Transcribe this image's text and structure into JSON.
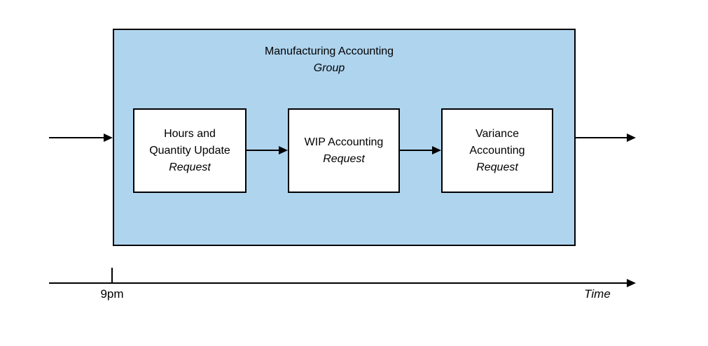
{
  "diagram": {
    "group": {
      "title_line1": "Manufacturing Accounting",
      "title_line2": "Group",
      "fill_color": "#afd4ee",
      "border_color": "#000000"
    },
    "boxes": [
      {
        "lines": [
          "Hours and",
          "Quantity Update"
        ],
        "request_label": "Request"
      },
      {
        "lines": [
          "WIP Accounting"
        ],
        "request_label": "Request"
      },
      {
        "lines": [
          "Variance",
          "Accounting"
        ],
        "request_label": "Request"
      }
    ],
    "timeline": {
      "tick_label": "9pm",
      "axis_label": "Time"
    }
  }
}
